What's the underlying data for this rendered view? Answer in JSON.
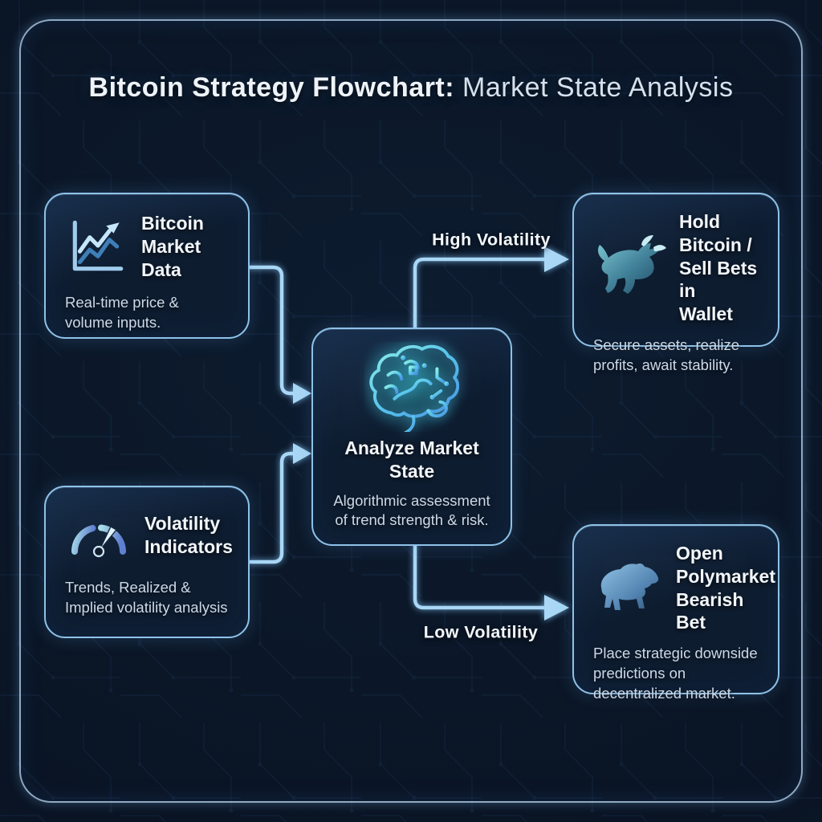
{
  "title": {
    "primary": "Bitcoin Strategy Flowchart:",
    "secondary": " Market State Analysis"
  },
  "nodes": {
    "market_data": {
      "heading": "Bitcoin\nMarket Data",
      "description": "Real-time price &\nvolume inputs.",
      "icon": "line-chart"
    },
    "volatility": {
      "heading": "Volatility\nIndicators",
      "description": "Trends, Realized &\nImplied volatility analysis",
      "icon": "gauge"
    },
    "analyze": {
      "heading": "Analyze Market\nState",
      "description": "Algorithmic assessment\nof trend strength & risk.",
      "icon": "circuit-brain"
    },
    "hold_bitcoin": {
      "heading": "Hold Bitcoin /\nSell Bets in\nWallet",
      "description": "Secure assets, realize\nprofits, await stability.",
      "icon": "bull"
    },
    "bearish_bet": {
      "heading": "Open\nPolymarket\nBearish Bet",
      "description": "Place strategic downside\npredictions on\ndecentralized market.",
      "icon": "bear"
    }
  },
  "edges": {
    "high_volatility": {
      "label": "High Volatility"
    },
    "low_volatility": {
      "label": "Low Volatility"
    }
  },
  "colors": {
    "background": "#0b1728",
    "box_border": "#8ec2e8",
    "arrow": "#a9d7f5",
    "accent_glow": "#57c8e8",
    "title_text": "#eef3f9",
    "body_text": "#ccd9e7"
  }
}
